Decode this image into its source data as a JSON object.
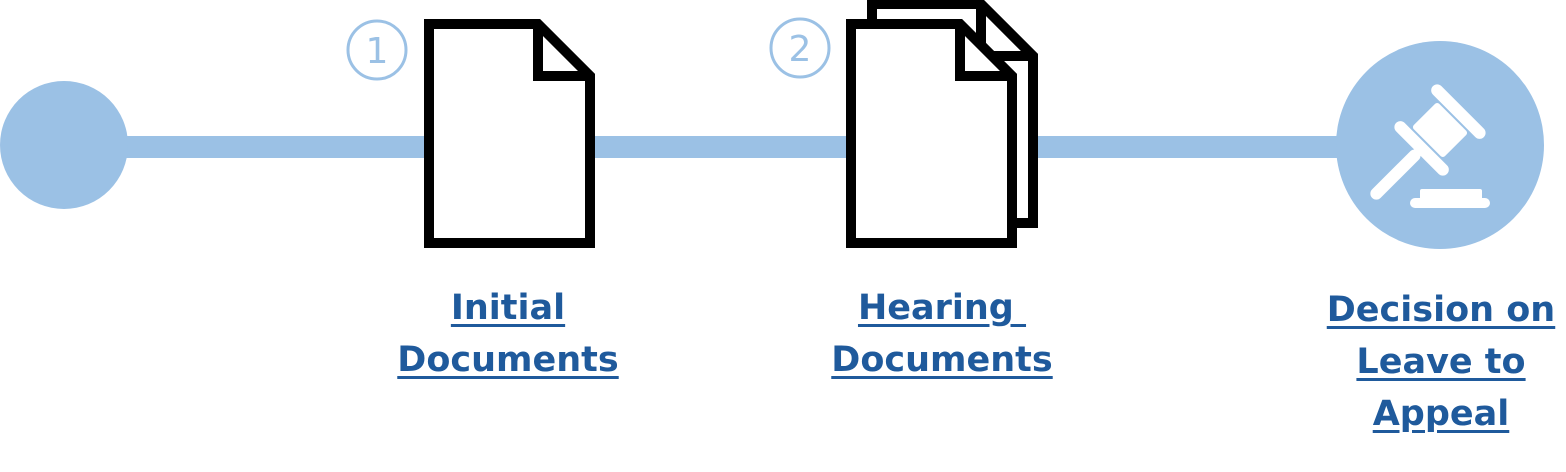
{
  "colors": {
    "accent": "#9bc1e5",
    "link": "#1f5a9c",
    "outline": "#000000"
  },
  "steps": [
    {
      "number": "1",
      "icon": "document-icon",
      "label_lines": [
        "Initial",
        "Documents"
      ]
    },
    {
      "number": "2",
      "icon": "documents-stack-icon",
      "label_lines": [
        "Hearing ",
        "Documents"
      ]
    },
    {
      "icon": "gavel-icon",
      "label_lines": [
        "Decision on",
        "Leave to",
        "Appeal"
      ]
    }
  ]
}
